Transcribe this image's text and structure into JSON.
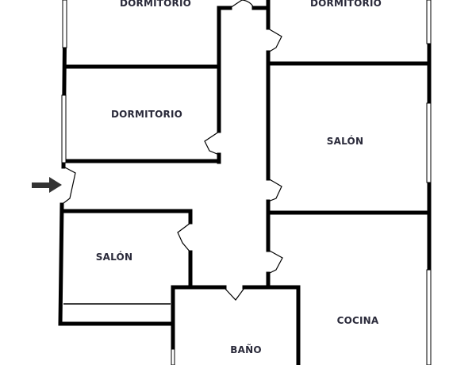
{
  "rooms": [
    {
      "label": "DORMITORIO"
    },
    {
      "label": "DORMITORIO"
    },
    {
      "label": "DORMITORIO"
    },
    {
      "label": "SALÓN"
    },
    {
      "label": "SALÓN"
    },
    {
      "label": "COCINA"
    },
    {
      "label": "BAÑO"
    }
  ],
  "colors": {
    "wall": "#000000",
    "label": "#2a2a3a",
    "arrow": "#333333"
  },
  "icons": {
    "entrance": "arrow-right-icon"
  }
}
